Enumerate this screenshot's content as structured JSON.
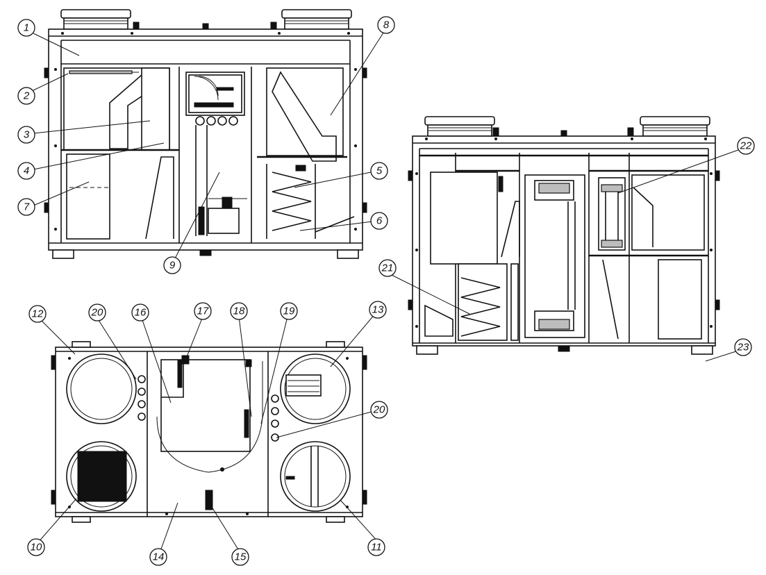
{
  "callouts": [
    {
      "id": "c1",
      "label": "1"
    },
    {
      "id": "c2",
      "label": "2"
    },
    {
      "id": "c3",
      "label": "3"
    },
    {
      "id": "c4",
      "label": "4"
    },
    {
      "id": "c5",
      "label": "5"
    },
    {
      "id": "c6",
      "label": "6"
    },
    {
      "id": "c7",
      "label": "7"
    },
    {
      "id": "c8",
      "label": "8"
    },
    {
      "id": "c9",
      "label": "9"
    },
    {
      "id": "c10",
      "label": "10"
    },
    {
      "id": "c11",
      "label": "11"
    },
    {
      "id": "c12",
      "label": "12"
    },
    {
      "id": "c13",
      "label": "13"
    },
    {
      "id": "c14",
      "label": "14"
    },
    {
      "id": "c15",
      "label": "15"
    },
    {
      "id": "c16",
      "label": "16"
    },
    {
      "id": "c17",
      "label": "17"
    },
    {
      "id": "c18",
      "label": "18"
    },
    {
      "id": "c19",
      "label": "19"
    },
    {
      "id": "c20a",
      "label": "20"
    },
    {
      "id": "c20b",
      "label": "20"
    },
    {
      "id": "c21",
      "label": "21"
    },
    {
      "id": "c22",
      "label": "22"
    },
    {
      "id": "c23",
      "label": "23"
    }
  ]
}
